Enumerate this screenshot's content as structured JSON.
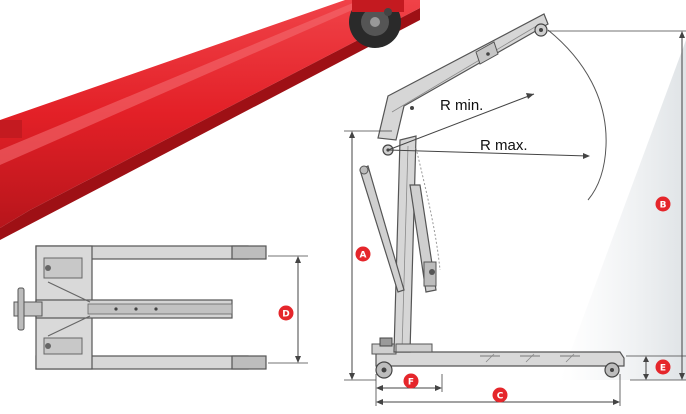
{
  "labels": {
    "r_min": "R min.",
    "r_max": "R max.",
    "a": "A",
    "b": "B",
    "c": "C",
    "d": "D",
    "e": "E",
    "f": "F"
  },
  "colors": {
    "badge": "#e5262b",
    "frame_metal": "#cfcfcf",
    "frame_stroke": "#555555",
    "red_beam": "#e32027",
    "dimension_line": "#444444"
  }
}
